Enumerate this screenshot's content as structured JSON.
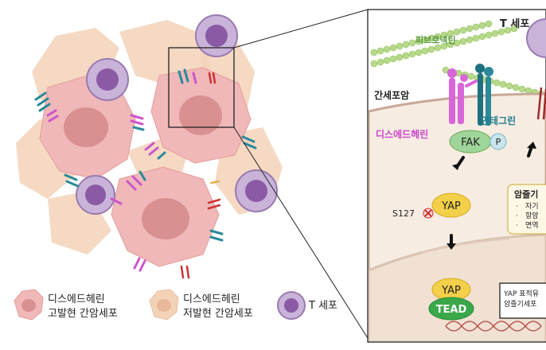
{
  "labels": {
    "t_cell_top": "T 세포",
    "fibronectin": "피브로넥틴",
    "hepatoma_cell": "간세포암",
    "dystroglycan": "디스에드헤린",
    "integrin": "인테그린",
    "fak": "FAK",
    "phospho": "P",
    "yap": "YAP",
    "s127": "S127",
    "yap_nucleus": "YAP",
    "tead": "TEAD",
    "suppressor_title": "암줄기",
    "suppressor_items": [
      "자기",
      "항암",
      "면역"
    ],
    "target_box": "YAP 표적유",
    "target_box_2": "암줄기세포"
  },
  "legend": {
    "high_line1": "디스에드헤린",
    "high_line2": "고발현 간암세포",
    "low_line1": "디스에드헤린",
    "low_line2": "저발현 간암세포",
    "tcell": "T 세포"
  },
  "colors": {
    "fibronectin": "#6aa84f",
    "dystroglycan": "#cc55cc",
    "integrin": "#2a8a9a",
    "tcell": "#9a7ab0",
    "cell_high": "#f0b8b8",
    "cell_low": "#f3d2b8"
  }
}
